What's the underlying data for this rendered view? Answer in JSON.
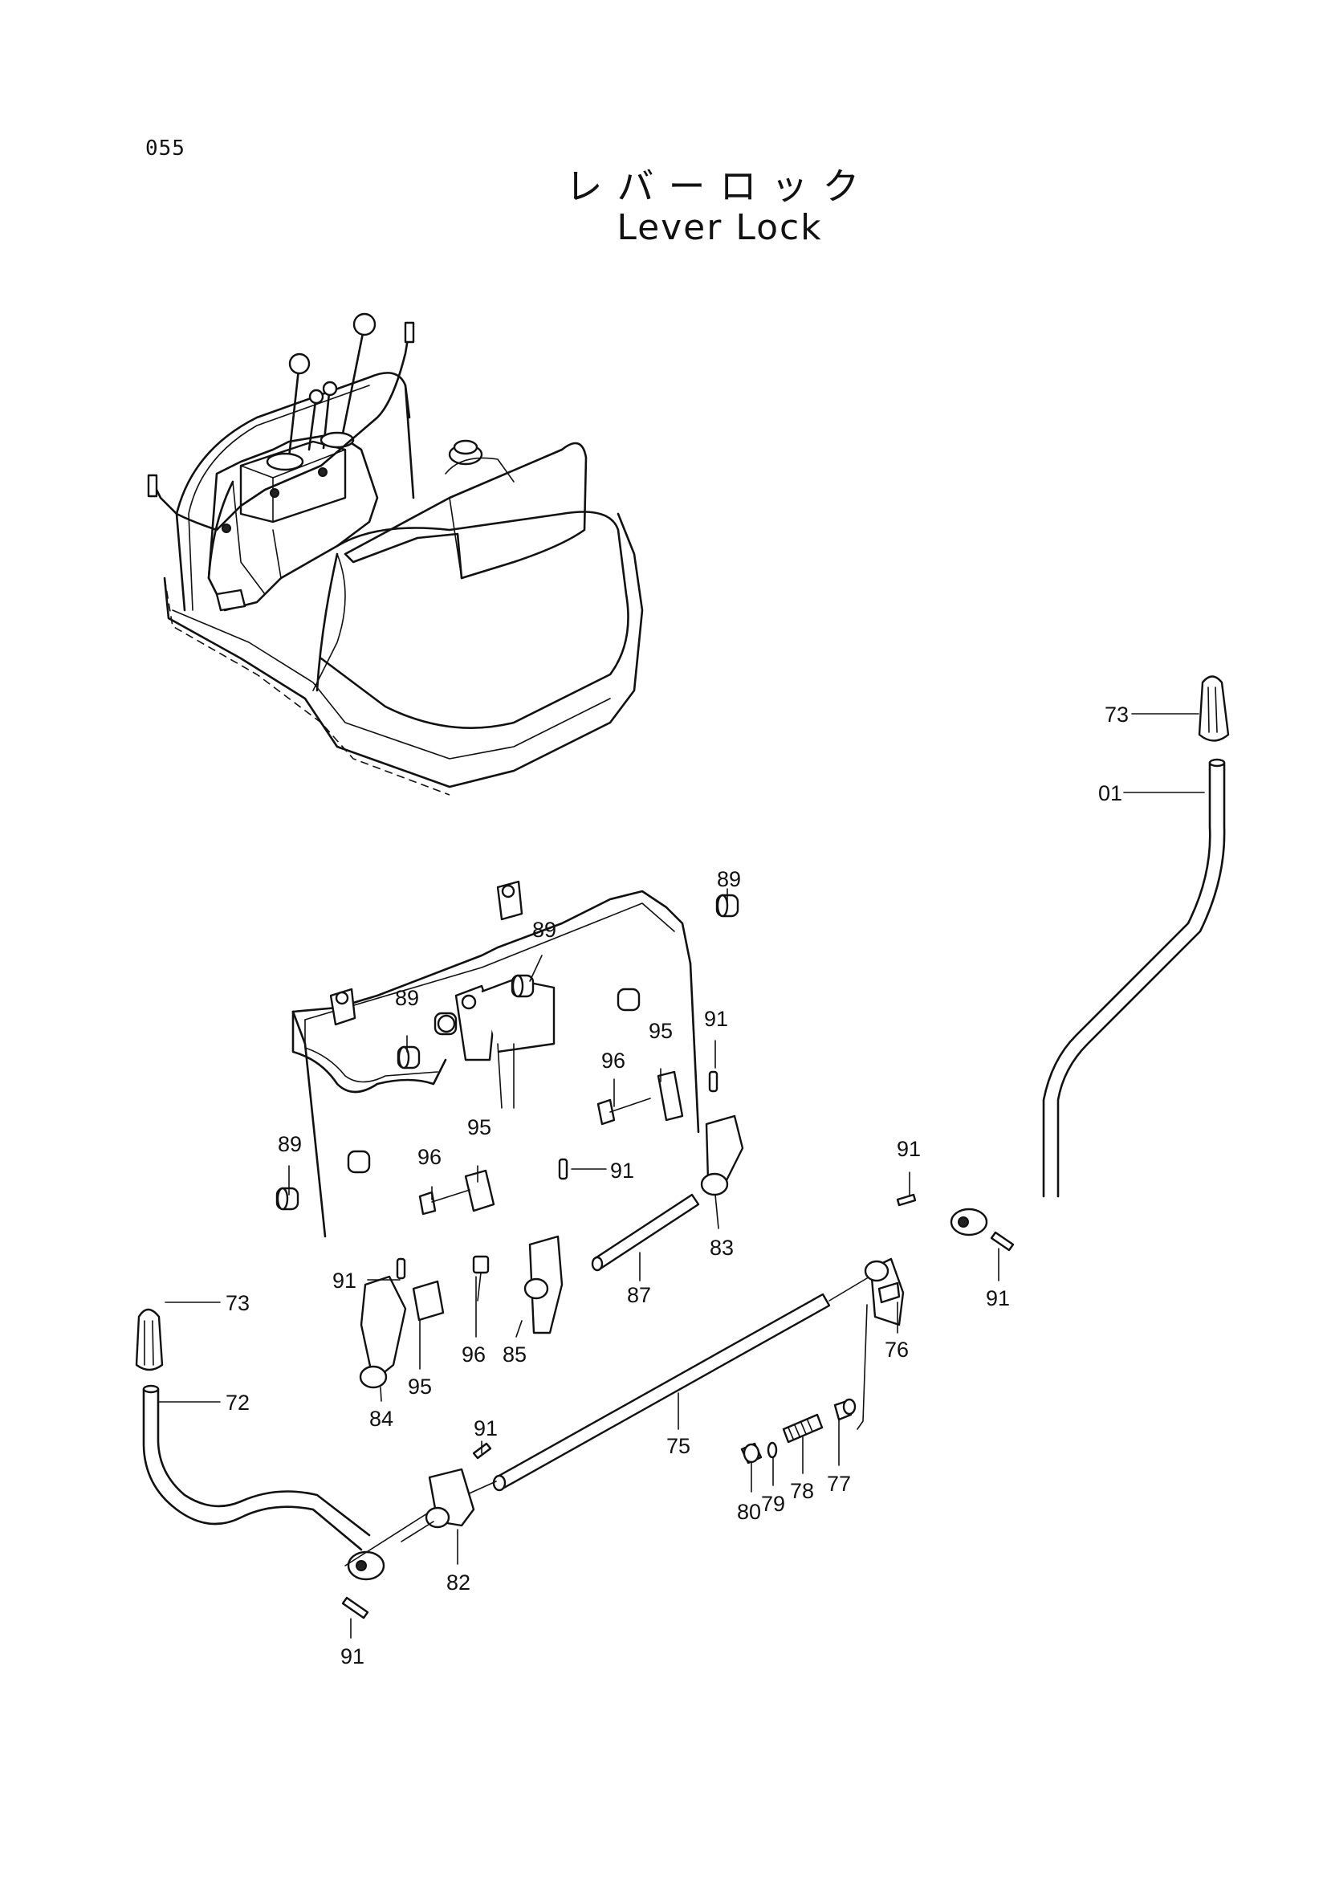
{
  "page_number": "055",
  "title_jp": "レバーロック",
  "title_en": "Lever Lock",
  "callouts": {
    "c73_top": "73",
    "c01": "01",
    "c89_a": "89",
    "c89_b": "89",
    "c89_c": "89",
    "c89_d": "89",
    "c91_a": "91",
    "c95_a": "95",
    "c96_a": "96",
    "c95_b": "95",
    "c96_b": "96",
    "c91_b": "91",
    "c91_c": "91",
    "c83": "83",
    "c87": "87",
    "c91_d": "91",
    "c91_e": "91",
    "c76": "76",
    "c73_left": "73",
    "c72": "72",
    "c96_c": "96",
    "c85": "85",
    "c95_c": "95",
    "c84": "84",
    "c75": "75",
    "c77": "77",
    "c78": "78",
    "c79": "79",
    "c80": "80",
    "c91_f": "91",
    "c82": "82",
    "c91_g": "91"
  }
}
